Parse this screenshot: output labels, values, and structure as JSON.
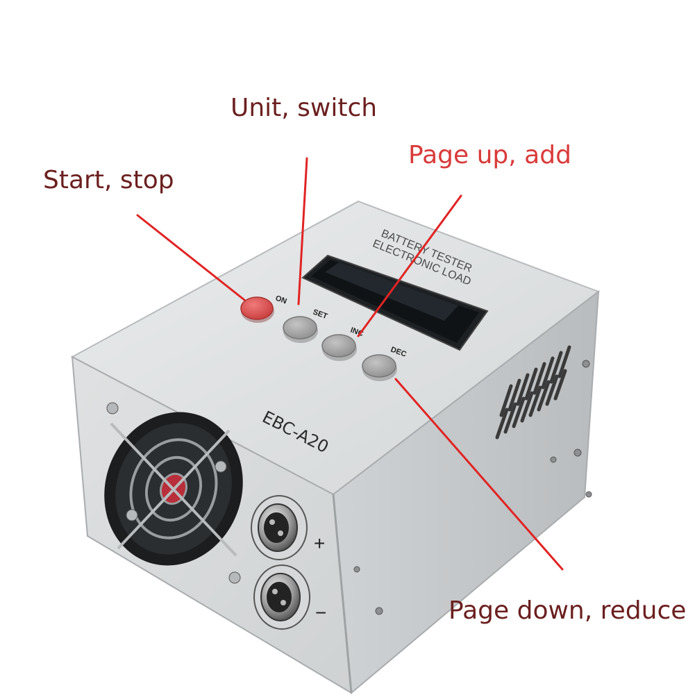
{
  "callouts": {
    "unit_switch": "Unit, switch",
    "start_stop": "Start, stop",
    "page_up": "Page up, add",
    "page_down": "Page down, reduce"
  },
  "device": {
    "brand_line1": "BATTERY TESTER",
    "brand_line2": "ELECTRONIC LOAD",
    "model": "EBC-A20",
    "buttons": {
      "on": "ON",
      "set": "SET",
      "inc": "INC",
      "dec": "DEC"
    },
    "terminal_plus": "+",
    "terminal_minus": "−"
  },
  "colors": {
    "callout_dark": "#6b1f1f",
    "callout_red": "#d93a3a",
    "leader_line": "#e02424",
    "on_button": "#e05555",
    "grey_button": "#a6a6a6"
  }
}
